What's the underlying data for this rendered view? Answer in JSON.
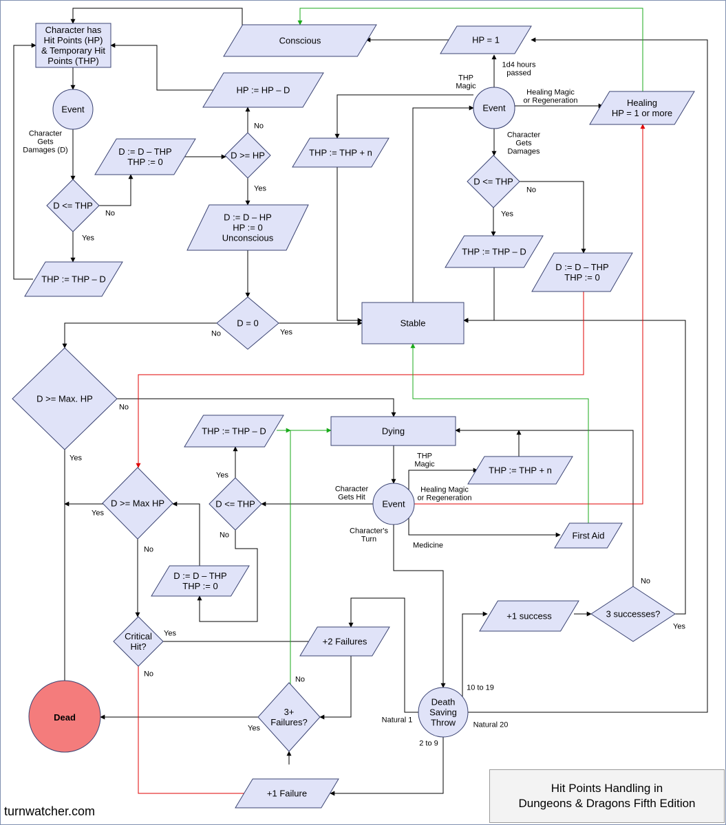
{
  "nodes": {
    "char": [
      "Character has",
      "Hit Points (HP)",
      "& Temporary Hit",
      "Points (THP)"
    ],
    "conscious": [
      "Conscious"
    ],
    "hp1": [
      "HP = 1"
    ],
    "event1": [
      "Event"
    ],
    "hp_minus_d": [
      "HP := HP – D"
    ],
    "d_thp_left": [
      "D := D – THP",
      "THP := 0"
    ],
    "d_ge_hp": [
      "D >= HP"
    ],
    "d_le_thp_left": [
      "D <= THP"
    ],
    "thp_thp_d_left": [
      "THP := THP – D"
    ],
    "d_hp_unc": [
      "D := D – HP",
      "HP := 0",
      "Unconscious"
    ],
    "d_eq_0": [
      "D = 0"
    ],
    "thp_plus_n_top": [
      "THP := THP + n"
    ],
    "event2": [
      "Event"
    ],
    "healing": [
      "Healing",
      "HP = 1 or more"
    ],
    "d_le_thp_right": [
      "D <= THP"
    ],
    "thp_thp_d_right": [
      "THP := THP – D"
    ],
    "d_thp_right": [
      "D := D – THP",
      "THP := 0"
    ],
    "stable": [
      "Stable"
    ],
    "d_ge_max_hp": [
      "D >= Max. HP"
    ],
    "thp_thp_d_mid": [
      "THP := THP – D"
    ],
    "dying": [
      "Dying"
    ],
    "thp_plus_n_mid": [
      "THP := THP + n"
    ],
    "d_ge_max_hp2": [
      "D >= Max  HP"
    ],
    "d_le_thp_mid": [
      "D <= THP"
    ],
    "event3": [
      "Event"
    ],
    "first_aid": [
      "First Aid"
    ],
    "d_thp_mid": [
      "D := D – THP",
      "THP := 0"
    ],
    "plus1_success": [
      "+1 success"
    ],
    "three_successes": [
      "3 successes?"
    ],
    "critical_hit": [
      "Critical",
      "Hit?"
    ],
    "plus2_failures": [
      "+2 Failures"
    ],
    "dead": [
      "Dead"
    ],
    "three_failures": [
      "3+",
      "Failures?"
    ],
    "death_saving_throw": [
      "Death",
      "Saving",
      "Throw"
    ],
    "plus1_failure": [
      "+1 Failure"
    ]
  },
  "labels": {
    "char_gets_damages_1": [
      "Character",
      "Gets",
      "Damages (D)"
    ],
    "no_1": "No",
    "yes_1": "Yes",
    "no_2": "No",
    "yes_2": "Yes",
    "no_3": "No",
    "yes_3": "Yes",
    "d4_hours": [
      "1d4  hours",
      "passed"
    ],
    "thp_magic_1": [
      "THP",
      "Magic"
    ],
    "healing_magic_1": [
      "Healing Magic",
      "or Regeneration"
    ],
    "char_gets_damages_2": [
      "Character",
      "Gets",
      "Damages"
    ],
    "no_4": "No",
    "yes_4": "Yes",
    "no_5": "No",
    "yes_5": "Yes",
    "thp_magic_2": [
      "THP",
      "Magic"
    ],
    "healing_magic_2": [
      "Healing Magic",
      "or Regeneration"
    ],
    "char_gets_hit": [
      "Character",
      "Gets Hit"
    ],
    "yes_6": "Yes",
    "yes_7": "Yes",
    "no_6": "No",
    "no_7": "No",
    "characters_turn": [
      "Character's",
      "Turn"
    ],
    "medicine": "Medicine",
    "no_8": "No",
    "yes_8": "Yes",
    "yes_9": "Yes",
    "no_9": "No",
    "no_10": "No",
    "yes_10": "Yes",
    "ten_to_19": "10 to 19",
    "natural_1": "Natural 1",
    "natural_20": "Natural 20",
    "two_to_9": "2 to 9"
  },
  "colors": {
    "node_fill": "#e0e3f8",
    "node_stroke": "#3a4372",
    "dead_fill": "#f47c7c",
    "edge": "#000000",
    "edge_red": "#e00000",
    "edge_green": "#1aaa1a"
  },
  "footer": {
    "site": "turnwatcher.com",
    "title_line1": "Hit Points Handling in",
    "title_line2": "Dungeons & Dragons Fifth Edition"
  }
}
